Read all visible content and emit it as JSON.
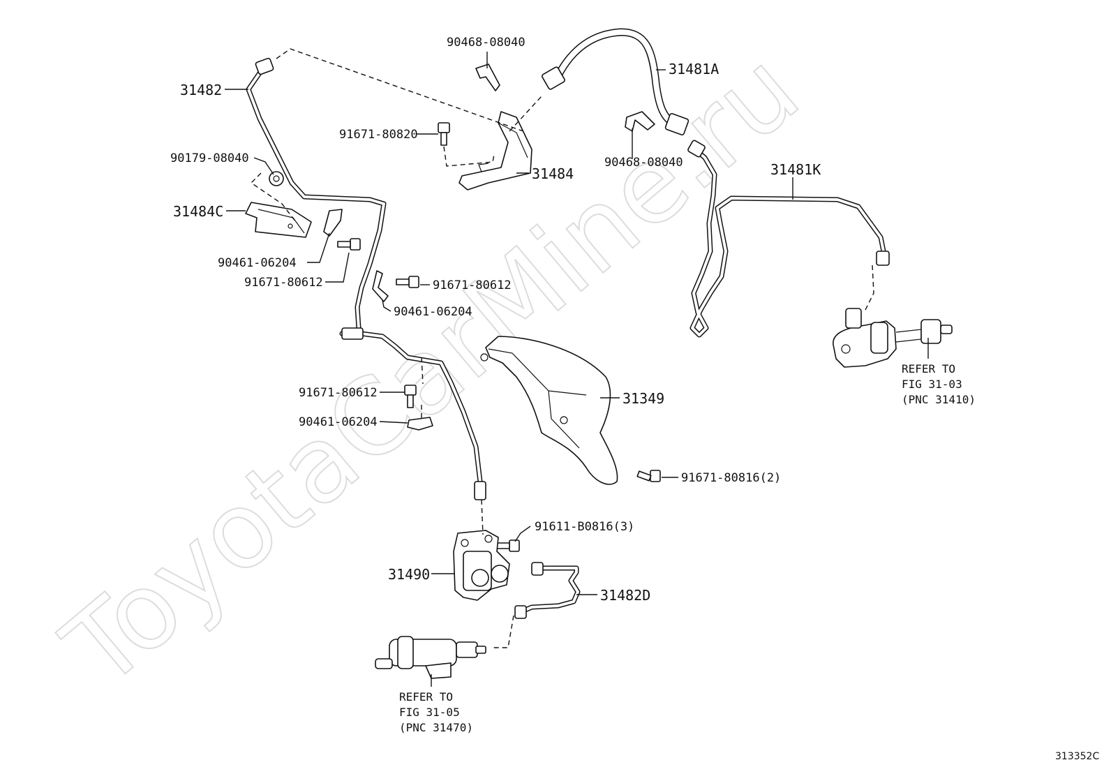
{
  "watermark": "ToyotaCarMine.ru",
  "figure_code": "313352C",
  "labels": {
    "p90468_top": "90468-08040",
    "p31481A": "31481A",
    "p31482": "31482",
    "p91671_80820": "91671-80820",
    "p90179": "90179-08040",
    "p31484": "31484",
    "p90468_mid": "90468-08040",
    "p31481K": "31481K",
    "p31484C": "31484C",
    "p90461_a": "90461-06204",
    "p91671_80612_a": "91671-80612",
    "p91671_80612_b": "91671-80612",
    "p90461_b": "90461-06204",
    "p91671_80612_c": "91671-80612",
    "p90461_c": "90461-06204",
    "p31349": "31349",
    "p91671_80816": "91671-80816(2)",
    "p91611": "91611-B0816(3)",
    "p31490": "31490",
    "p31482D": "31482D"
  },
  "refs": {
    "master_cyl": [
      "REFER TO",
      "FIG 31-03",
      "(PNC 31410)"
    ],
    "release_cyl": [
      "REFER TO",
      "FIG 31-05",
      "(PNC 31470)"
    ]
  }
}
